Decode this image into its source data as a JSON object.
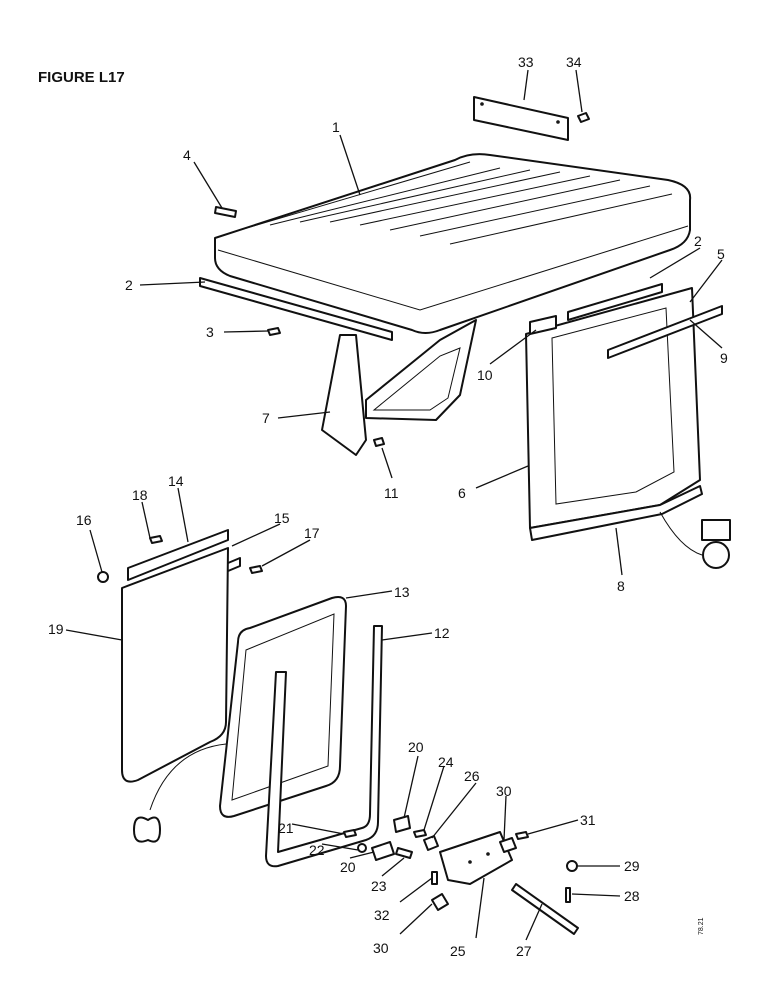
{
  "figure_title": "FIGURE L17",
  "side_code": "78.21",
  "callouts": [
    "1",
    "2",
    "2",
    "3",
    "4",
    "5",
    "6",
    "7",
    "8",
    "9",
    "10",
    "11",
    "12",
    "13",
    "14",
    "15",
    "16",
    "17",
    "18",
    "19",
    "20",
    "20",
    "21",
    "22",
    "23",
    "24",
    "25",
    "26",
    "27",
    "28",
    "29",
    "30",
    "30",
    "31",
    "32",
    "33",
    "34"
  ]
}
